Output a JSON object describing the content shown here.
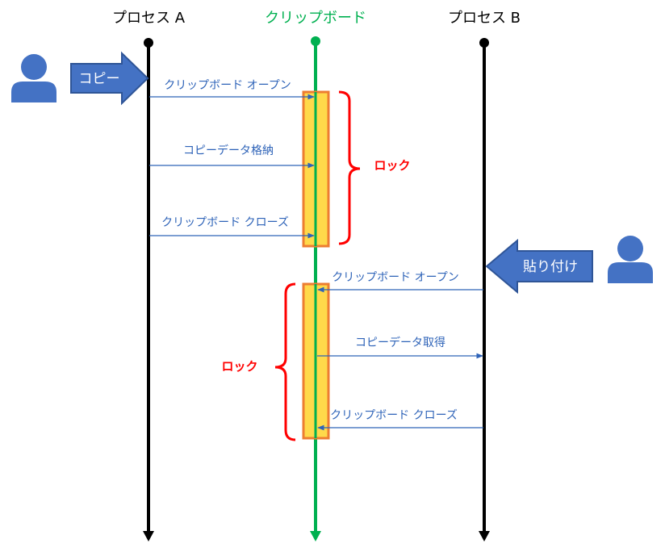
{
  "lanes": {
    "process_a": "プロセス A",
    "clipboard": "クリップボード",
    "process_b": "プロセス B"
  },
  "actions": {
    "copy": "コピー",
    "paste": "貼り付け"
  },
  "messages": {
    "a_open": "クリップボード オープン",
    "a_store": "コピーデータ格納",
    "a_close": "クリップボード クローズ",
    "b_open": "クリップボード オープン",
    "b_get": "コピーデータ取得",
    "b_close": "クリップボード クローズ"
  },
  "locks": {
    "first": "ロック",
    "second": "ロック"
  },
  "colors": {
    "message": "#2e63b8",
    "clipboard_line": "#00b050",
    "lock_text": "#ff0000",
    "lock_bar_fill": "#ffd94a",
    "lock_bar_border": "#ed7d31",
    "action_arrow": "#4472c4",
    "user_icon": "#4472c4"
  },
  "icons": {
    "user_left": "user-icon",
    "user_right": "user-icon"
  }
}
